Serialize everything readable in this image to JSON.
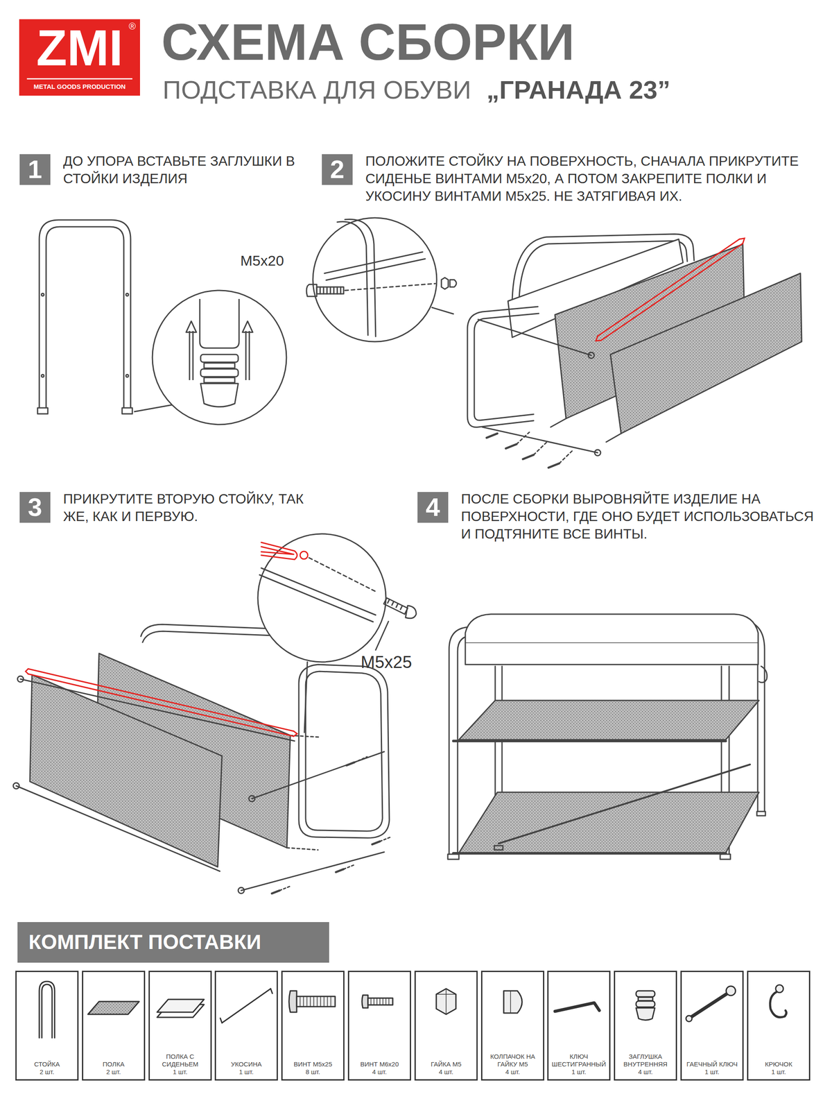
{
  "diagram": {
    "title": "СХЕМА СБОРКИ",
    "caption": "ПОДСТАВКА ДЛЯ ОБУВИ",
    "nodes": [
      {
        "text": [
          "ZMI",
          "®",
          "METAL GOODS PRODUCTION"
        ]
      },
      {
        "text": [
          "1",
          "ДО УПОРА ВСТАВЬТЕ ЗАГЛУШКИ В СТОЙКИ ИЗДЕЛИЯ"
        ]
      },
      {
        "text": [
          "2",
          "ПОЛОЖИТЕ СТОЙКУ НА ПОВЕРХНОСТЬ, СНАЧАЛА ПРИКРУТИТЕ СИДЕНЬЕ ВИНТАМИ М5х20, А ПОТОМ ЗАКРЕПИТЕ ПОЛКИ И УКОСИНУ ВИНТАМИ М5х25. НЕ ЗАТЯГИВАЯ ИХ."
        ]
      },
      {
        "text": [
          "3",
          "ПРИКРУТИТЕ ВТОРУЮ СТОЙКУ, ТАК ЖЕ, КАК И ПЕРВУЮ."
        ]
      },
      {
        "text": [
          "4",
          "ПОСЛЕ СБОРКИ ВЫРОВНЯЙТЕ ИЗДЕЛИЕ НА ПОВЕРХНОСТИ, ГДЕ ОНО БУДЕТ ИСПОЛЬЗОВАТЬСЯ И ПОДТЯНИТЕ ВСЕ ВИНТЫ."
        ]
      },
      {
        "text": [
          "КОМПЛЕКТ ПОСТАВКИ"
        ]
      },
      {
        "text": [
          "СТОЙКА",
          "2 шт."
        ]
      },
      {
        "text": [
          "ПОЛКА",
          "2 шт."
        ]
      },
      {
        "text": [
          "ПОЛКА С СИДЕНЬЕМ",
          "1 шт."
        ]
      },
      {
        "text": [
          "УКОСИНА",
          "1 шт."
        ]
      },
      {
        "text": [
          "ВИНТ М5х25",
          "8 шт."
        ]
      },
      {
        "text": [
          "ВИНТ М6х20",
          "4 шт."
        ]
      },
      {
        "text": [
          "ГАЙКА М5",
          "4 шт."
        ]
      },
      {
        "text": [
          "КОЛПАЧОК НА ГАЙКУ М5",
          "4 шт."
        ]
      },
      {
        "text": [
          "КЛЮЧ ШЕСТИГРАННЫЙ",
          "1 шт."
        ]
      },
      {
        "text": [
          "ЗАГЛУШКА ВНУТРЕННЯЯ",
          "4 шт."
        ]
      },
      {
        "text": [
          "ГАЕЧНЫЙ КЛЮЧ",
          "1 шт."
        ]
      },
      {
        "text": [
          "КРЮЧОК",
          "1 шт."
        ]
      }
    ],
    "labels": [
      "„ГРАНАДА 23”",
      "М5х20",
      "М5х25"
    ]
  }
}
